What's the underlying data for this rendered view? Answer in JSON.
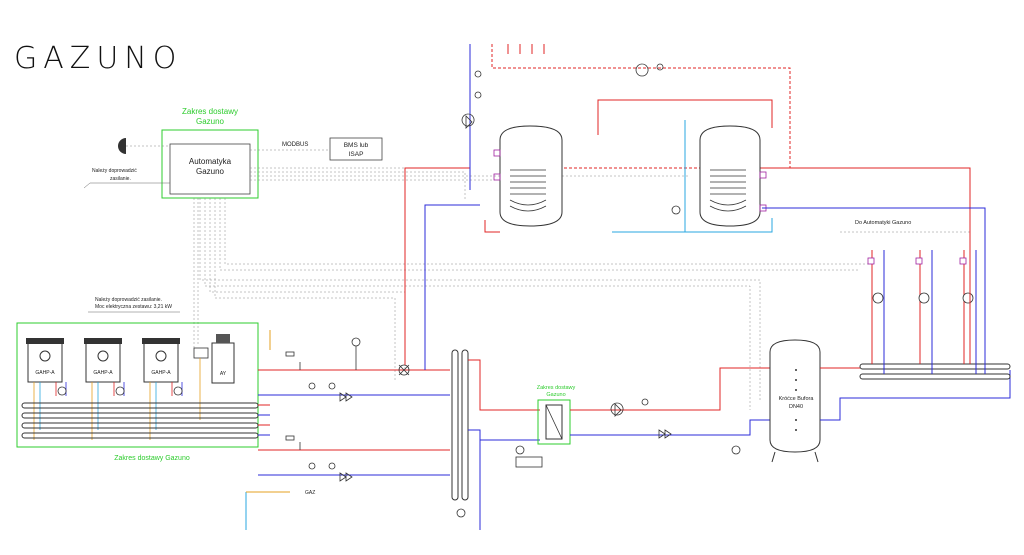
{
  "brand": {
    "logo": "GAZUNO"
  },
  "scope": {
    "top_title": "Zakres dostawy",
    "top_subtitle": "Gazuno",
    "bottom": "Zakres dostawy Gazuno",
    "mid_title": "Zakres dostawy",
    "mid_subtitle": "Gazuno"
  },
  "controller": {
    "title": "Automatyka",
    "subtitle": "Gazuno"
  },
  "modbus": {
    "label": "MODBUS"
  },
  "bms": {
    "line1": "BMS lub",
    "line2": "ISAP"
  },
  "power_note": {
    "line1": "Należy doprowadzić",
    "line2": "zasilanie."
  },
  "power_note2": {
    "line1": "Należy doprowadzić zasilanie.",
    "line2": "Moc elektryczna zestawu: 3,21 kW"
  },
  "units": [
    {
      "label": "GAHP-A"
    },
    {
      "label": "GAHP-A"
    },
    {
      "label": "GAHP-A"
    },
    {
      "label": "AY"
    }
  ],
  "gas": {
    "label": "GAZ"
  },
  "buffer": {
    "line1": "Króćce Bufora",
    "line2": "DN40"
  },
  "automation_link": {
    "label": "Do Automatyki Gazuno"
  },
  "colors": {
    "supply": "#e02424",
    "return": "#2b2bd9",
    "scope": "#2dcc2d",
    "signal": "#777777",
    "dhw": "#2aa7e0",
    "gas": "#e6a020"
  }
}
